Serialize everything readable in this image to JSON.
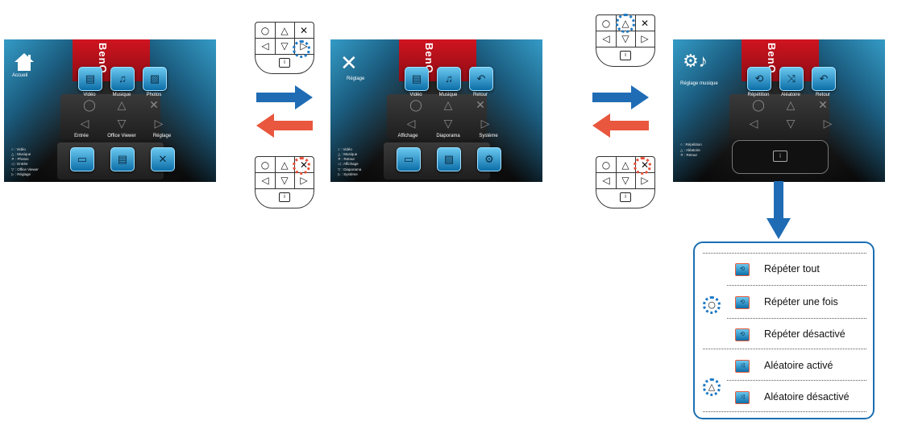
{
  "brand": "BenQ",
  "screens": [
    {
      "title": "Accueil",
      "top_labels": [
        "Vidéo",
        "Musique",
        "Photos"
      ],
      "bottom_labels": [
        "Entrée",
        "Office Viewer",
        "Réglage"
      ],
      "legend": [
        "○ : Vidéo",
        "△ : Musique",
        "✕ : Photos",
        "◁ : Entrée",
        "▽ : Office Viewer",
        "▷ : Réglage"
      ]
    },
    {
      "title": "Réglage",
      "top_labels": [
        "Vidéo",
        "Musique",
        "Retour"
      ],
      "bottom_labels": [
        "Affichage",
        "Diaporama",
        "Système"
      ],
      "legend": [
        "○ : Vidéo",
        "△ : Musique",
        "✕ : Retour",
        "◁ : Affichage",
        "▽ : Diaporama",
        "▷ : Système"
      ]
    },
    {
      "title": "Réglage musique",
      "top_labels": [
        "Répétition",
        "Aléatoire",
        "Retour"
      ],
      "legend": [
        "○ : Répétition",
        "△ : Aléatoire",
        "✕ : Retour"
      ]
    }
  ],
  "remote": {
    "row1": [
      "○",
      "△",
      "✕"
    ],
    "row2": [
      "◁",
      "▽",
      "▷"
    ],
    "key": "i"
  },
  "popup": {
    "items": [
      "Répéter tout",
      "Répéter une fois",
      "Répéter désactivé",
      "Aléatoire activé",
      "Aléatoire désactivé"
    ],
    "markers": [
      "○",
      "△"
    ]
  },
  "colors": {
    "forward_arrow": "#1f6cb5",
    "back_arrow": "#e9573f",
    "highlight_blue": "#1c78c4",
    "highlight_red": "#e8503a"
  }
}
